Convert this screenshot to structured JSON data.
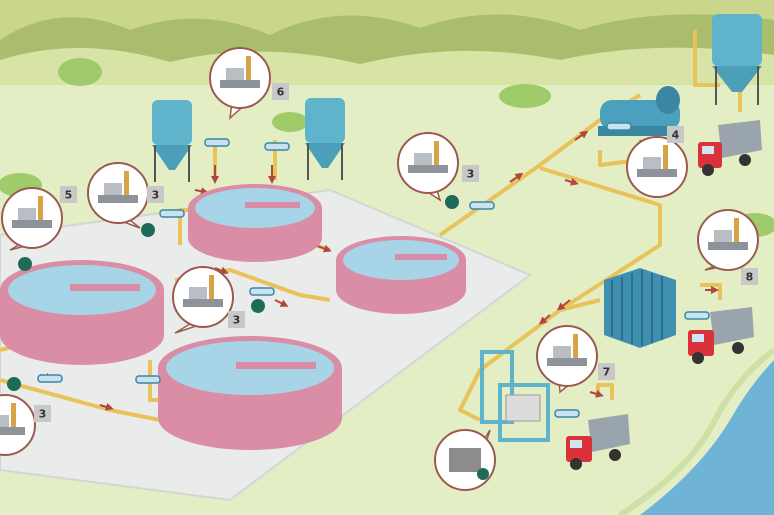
{
  "colors": {
    "sky": "#b7c97a",
    "hills_dark": "#8ea85a",
    "ground": "#e4eec4",
    "platform": "#e9ebea",
    "tank_wall": "#d98ea6",
    "tank_water": "#a8d4e8",
    "silo": "#5fb4cc",
    "pipe": "#e8c25a",
    "arrow": "#b0473f",
    "truck": "#d9323a",
    "water": "#6fb4d6",
    "callout_label_bg": "#c8c8c8"
  },
  "callouts": [
    {
      "id": "pump-top-center",
      "label": "6",
      "icon": "pump-station-icon"
    },
    {
      "id": "pump-upper-right",
      "label": "3",
      "icon": "pump-station-icon"
    },
    {
      "id": "pump-upper-left",
      "label": "3",
      "icon": "pump-station-icon"
    },
    {
      "id": "pump-middle",
      "label": "3",
      "icon": "pump-station-icon"
    },
    {
      "id": "pump-lower-left",
      "label": "3",
      "icon": "pump-station-icon"
    },
    {
      "id": "pump-far-left",
      "label": "5",
      "icon": "pump-station-icon"
    },
    {
      "id": "decanter-pump",
      "label": "4",
      "icon": "pump-station-icon"
    },
    {
      "id": "press-pump",
      "label": "8",
      "icon": "pump-station-icon"
    },
    {
      "id": "dewater-pump",
      "label": "7",
      "icon": "pump-station-icon"
    },
    {
      "id": "container-bin",
      "label": "",
      "icon": "sludge-bin-icon"
    }
  ]
}
